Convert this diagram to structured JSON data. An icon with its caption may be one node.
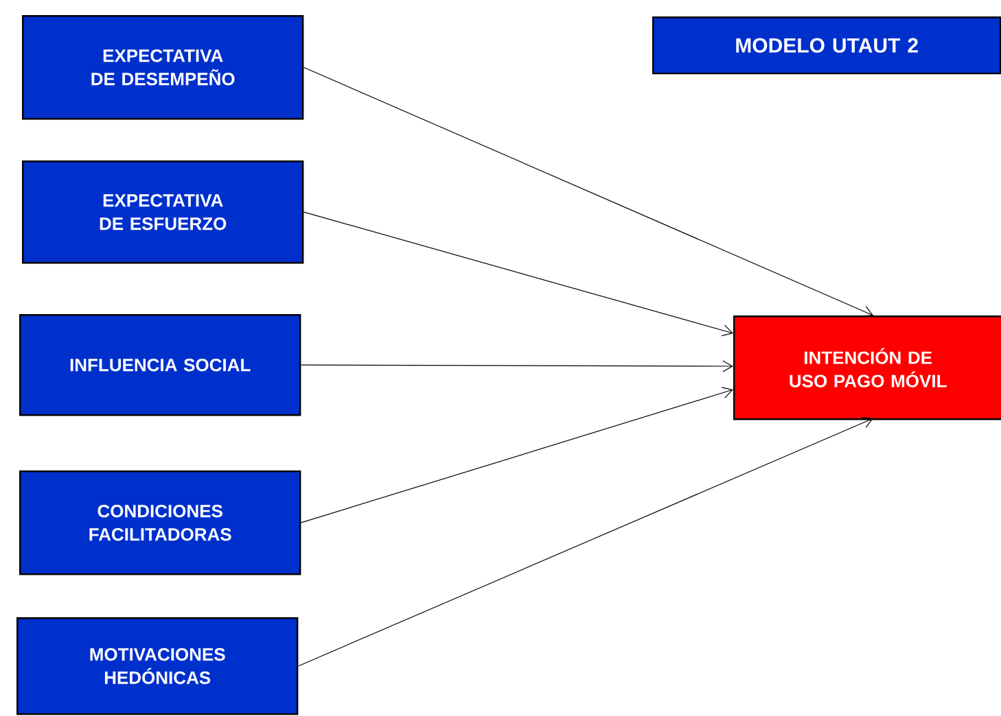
{
  "diagram": {
    "nodes": [
      {
        "text": [
          "EXPECTATIVA DE DESEMPEÑO"
        ]
      },
      {
        "text": [
          "EXPECTATIVA DE ESFUERZO"
        ]
      },
      {
        "text": [
          "INFLUENCIA SOCIAL"
        ]
      },
      {
        "text": [
          "CONDICIONES FACILITADORAS"
        ]
      },
      {
        "text": [
          "MOTIVACIONES HEDÓNICAS"
        ]
      },
      {
        "text": [
          "INTENCIÓN DE USO PAGO MÓVIL"
        ]
      },
      {
        "text": [
          "MODELO UTAUT 2"
        ]
      }
    ],
    "edges": [
      {
        "from": 0,
        "to": 5,
        "arrow": "to"
      },
      {
        "from": 1,
        "to": 5,
        "arrow": "to"
      },
      {
        "from": 2,
        "to": 5,
        "arrow": "to"
      },
      {
        "from": 3,
        "to": 5,
        "arrow": "to"
      },
      {
        "from": 4,
        "to": 5,
        "arrow": "to"
      }
    ]
  }
}
